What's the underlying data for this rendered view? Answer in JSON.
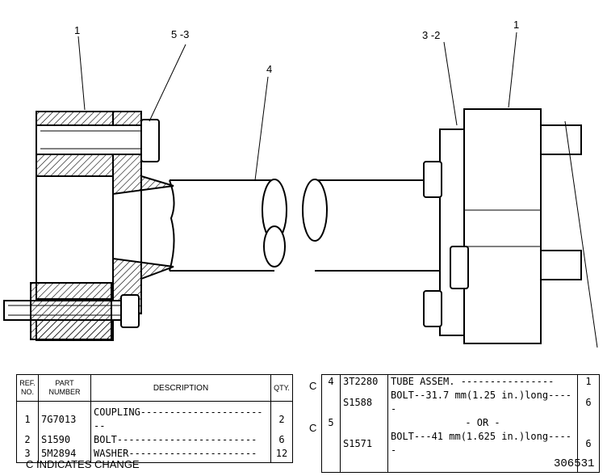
{
  "callouts": {
    "left_1": "1",
    "left_5_3": "5 -3",
    "tube_4": "4",
    "right_3_2": "3 -2",
    "right_1": "1"
  },
  "left_table": {
    "headers": {
      "ref_no": "REF. NO.",
      "part_number": "PART NUMBER",
      "description": "DESCRIPTION",
      "qty": "QTY."
    },
    "rows": [
      {
        "ref": "1",
        "part": "7G7013",
        "desc": "COUPLING-----------------------",
        "qty": "2"
      },
      {
        "ref": "2",
        "part": "S1590",
        "desc": "BOLT------------------------",
        "qty": "6"
      },
      {
        "ref": "3",
        "part": "5M2894",
        "desc": "WASHER----------------------",
        "qty": "12"
      }
    ]
  },
  "right_table": {
    "change_marks": [
      "C",
      "C"
    ],
    "rows": [
      {
        "ref": "4",
        "part": "3T2280",
        "desc": "TUBE ASSEM. ----------------",
        "qty": "1"
      },
      {
        "ref": "",
        "part": "S1588",
        "desc": "BOLT--31.7 mm(1.25 in.)long-----",
        "qty": "6"
      },
      {
        "ref": "5",
        "part": "",
        "desc": "- OR -",
        "qty": ""
      },
      {
        "ref": "",
        "part": "S1571",
        "desc": "BOLT---41 mm(1.625 in.)long-----",
        "qty": "6"
      }
    ]
  },
  "footnote": "C INDICATES CHANGE",
  "drawing_number": "306531"
}
